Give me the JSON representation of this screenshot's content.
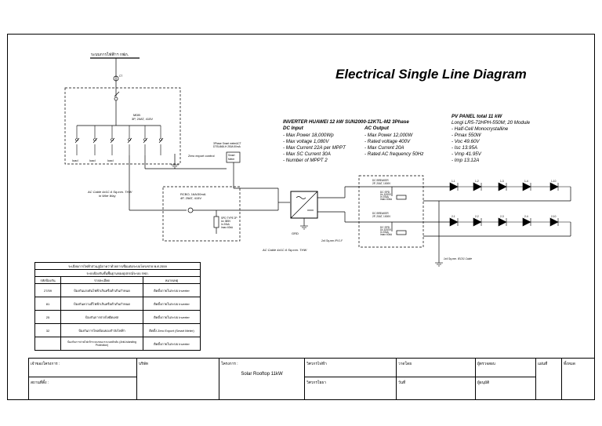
{
  "title": "Electrical Single Line Diagram",
  "grid": {
    "label": "ระบบการไฟฟ้าฯ กฟภ.",
    "ct": "CT"
  },
  "mdb": {
    "name": "MDB",
    "rating": "3P, 20AT, 415V",
    "loads": [
      "load",
      "load",
      "load"
    ]
  },
  "meter": {
    "label_line1": "3Phase Smart meter&CT",
    "label_line2": "DTSU666-H 250A 50mA",
    "box_line1": "Smart",
    "box_line2": "Meter",
    "zero_export": "Zero export control"
  },
  "cables": {
    "ac_to_mdb_line1": "AC Cable 4x1C-6 Sq.mm. THW",
    "ac_to_mdb_line2": "in Wire Way",
    "ac_to_inverter": "AC Cable 4x1C-6 Sq.mm. THW",
    "ground_wire": "1x4 Sq.mm. IEC01 Cable",
    "earth_wire": "2x4 Sq.mm./PV1-F"
  },
  "rcbo": {
    "name": "RCBO, 16A/30mA",
    "rating": "4P, 25AT, 415V",
    "spd_lines": [
      "SPD TYPE 2P",
      "Uc 385V",
      "In 20kA",
      "Imax 40kA"
    ]
  },
  "ground": "GRD",
  "inverter": {
    "header": "INVERTER  HUAWEI 12 kW SUN2000-12KTL-M2 3Phase",
    "dc_title": "DC Input",
    "dc_items": [
      "- Max Power 18,000Wp",
      "- Max voltage 1,080V",
      "- Max Current 22A per MPPT",
      "- Max SC Current 30A",
      "- Number of MPPT 2"
    ],
    "ac_title": "AC Output",
    "ac_items": [
      "- Max Power 12,000W",
      "- Rated voltage 400V",
      "- Max Current 20A",
      "- Rated AC frequency 50Hz"
    ]
  },
  "pv": {
    "header": "PV PANEL total 11 kW",
    "items": [
      "Longi LR5-72HPH-550M; 20 Module",
      "- Half-Cell Monocrystalline",
      "- Pmax 550W",
      "- Voc 49.60V",
      "- Isc 13.95A",
      "- Vmp 41.95V",
      "- Imp 13.12A"
    ]
  },
  "breakers": [
    {
      "name": "DC BREAKER",
      "rating": "2P, 20AT, 1000V",
      "spd": [
        "DC SPD",
        "Uc 1000V",
        "In 20kA",
        "Imax 40kA"
      ]
    },
    {
      "name": "DC BREAKER",
      "rating": "2P, 20AT, 1000V",
      "spd": [
        "DC SPD",
        "Uc 1000V",
        "In 20kA",
        "Imax 40kA"
      ]
    }
  ],
  "strings": [
    {
      "modules": [
        "1-1",
        "1-2",
        "1-3",
        "1-4",
        "1-10"
      ]
    },
    {
      "modules": [
        "2-1",
        "2-2",
        "2-3",
        "2-4",
        "2-10"
      ]
    }
  ],
  "protection_table": {
    "title": "ระเบียบการไฟฟ้าส่วนภูมิภาคว่าด้วยการเชื่อมต่อระบบโครงข่าย พ.ศ.2559",
    "subtitle": "ระบบป้องกันขั้นพื้นฐานของอุปกรณ์ระบบ กฟภ.",
    "headers": [
      "รหัสป้องกัน",
      "รายละเอียด",
      "หมายเหตุ"
    ],
    "rows": [
      [
        "27/59",
        "ป้องกันแรงดันไฟฟ้าเกินหรือต่ำเกินกำหนด",
        "ติดตั้งภายในระบบ Inverter"
      ],
      [
        "81",
        "ป้องกันความถี่ไฟฟ้าเกินหรือต่ำเกินกำหนด",
        "ติดตั้งภายในระบบ Inverter"
      ],
      [
        "25",
        "ป้องกันการจ่ายไฟผิดเฟส",
        "ติดตั้งภายในระบบ Inverter"
      ],
      [
        "32",
        "ป้องกันการไหลย้อนของกำลังไฟฟ้า",
        "ติดตั้ง Zero Export (Smart Meter)"
      ],
      [
        "",
        "ป้องกันการจ่ายไฟเข้าระบบขณะระบบหลักดับ (Anti-Islanding Protection)",
        "ติดตั้งภายในระบบ Inverter"
      ]
    ]
  },
  "title_block": {
    "owner": "เจ้าของโครงการ :",
    "location": "สถานที่ตั้ง :",
    "company": "บริษัท",
    "project_label": "โครงการ :",
    "project_value": "Solar Rooftop 11kW",
    "drawing_title": "วิศวกรไฟฟ้า",
    "engineer": "วิศวกรโยธา",
    "drawn": "วาดโดย",
    "date": "วันที่",
    "approved": "ผู้ตรวจสอบ",
    "checked": "ผู้อนุมัติ",
    "sheet": "แผ่นที่",
    "sheet_total": "ทั้งหมด"
  }
}
